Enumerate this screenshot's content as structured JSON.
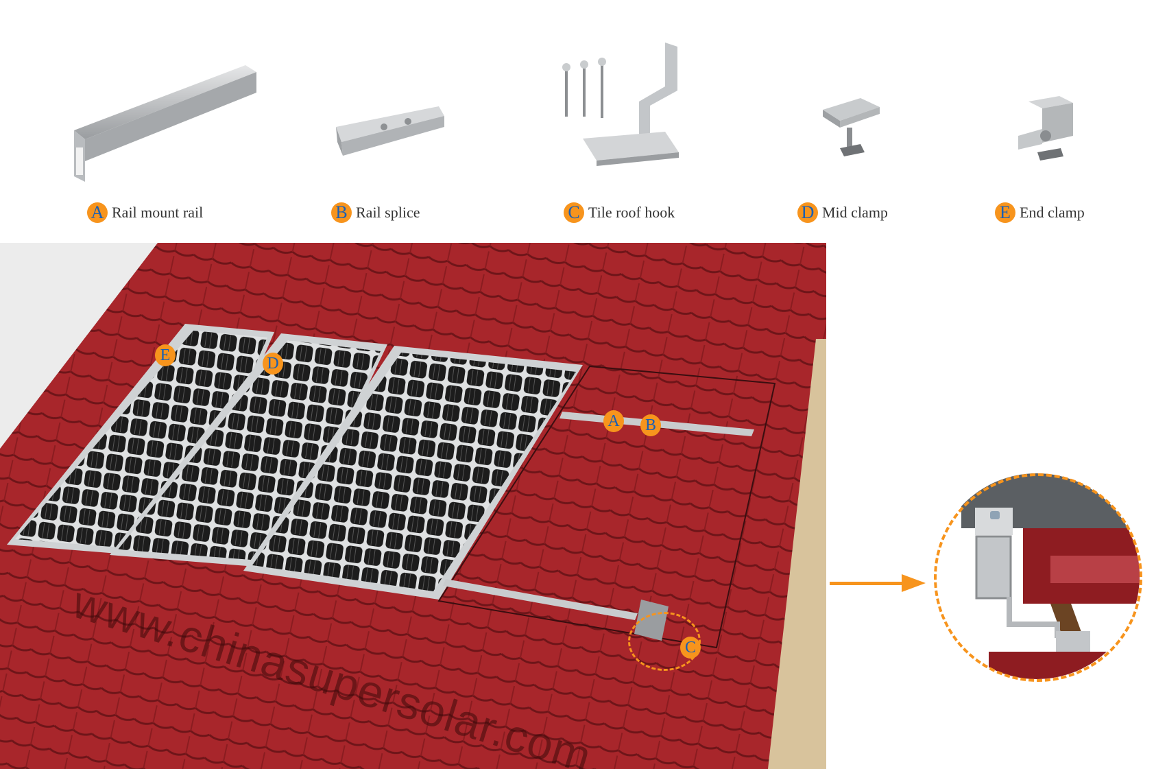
{
  "components": [
    {
      "letter": "A",
      "label": "Rail mount rail",
      "icon": "rail-icon"
    },
    {
      "letter": "B",
      "label": "Rail splice",
      "icon": "rail-splice-icon"
    },
    {
      "letter": "C",
      "label": "Tile roof hook",
      "icon": "tile-roof-hook-icon"
    },
    {
      "letter": "D",
      "label": "Mid clamp",
      "icon": "mid-clamp-icon"
    },
    {
      "letter": "E",
      "label": "End clamp",
      "icon": "end-clamp-icon"
    }
  ],
  "scene": {
    "markers": [
      {
        "letter": "E"
      },
      {
        "letter": "D"
      },
      {
        "letter": "A"
      },
      {
        "letter": "B"
      },
      {
        "letter": "C"
      }
    ],
    "watermark": "www.chinasupersolar.com"
  },
  "colors": {
    "accent": "#f7941d",
    "badge_text": "#1a5fb4",
    "roof_tile": "#a8262b",
    "panel_cell": "#1c1c1c",
    "panel_frame": "#cfd2d4"
  }
}
